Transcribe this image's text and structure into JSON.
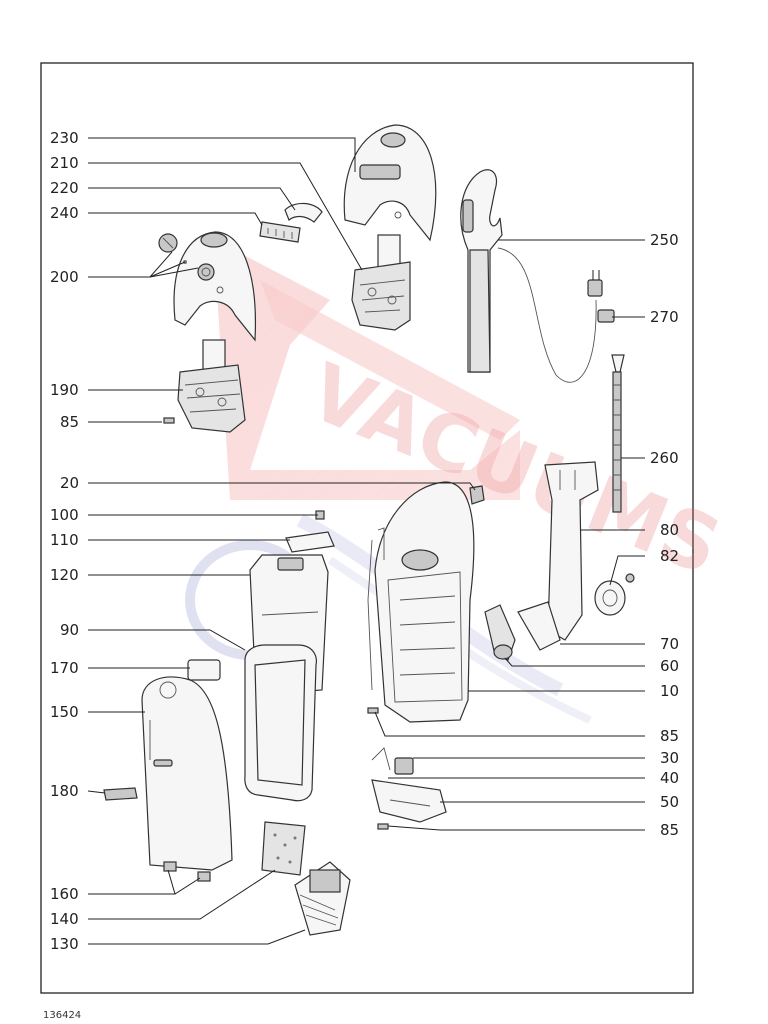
{
  "document_number": "136424",
  "watermark_text": "VACUUMS",
  "callouts": [
    {
      "id": "c230",
      "text": "230"
    },
    {
      "id": "c210",
      "text": "210"
    },
    {
      "id": "c220",
      "text": "220"
    },
    {
      "id": "c240",
      "text": "240"
    },
    {
      "id": "c200",
      "text": "200"
    },
    {
      "id": "c190",
      "text": "190"
    },
    {
      "id": "c85a",
      "text": "85"
    },
    {
      "id": "c20",
      "text": "20"
    },
    {
      "id": "c100",
      "text": "100"
    },
    {
      "id": "c110",
      "text": "110"
    },
    {
      "id": "c120",
      "text": "120"
    },
    {
      "id": "c90",
      "text": "90"
    },
    {
      "id": "c170",
      "text": "170"
    },
    {
      "id": "c150",
      "text": "150"
    },
    {
      "id": "c180",
      "text": "180"
    },
    {
      "id": "c160",
      "text": "160"
    },
    {
      "id": "c140",
      "text": "140"
    },
    {
      "id": "c130",
      "text": "130"
    },
    {
      "id": "c250",
      "text": "250"
    },
    {
      "id": "c270",
      "text": "270"
    },
    {
      "id": "c260",
      "text": "260"
    },
    {
      "id": "c80",
      "text": "80"
    },
    {
      "id": "c82",
      "text": "82"
    },
    {
      "id": "c70",
      "text": "70"
    },
    {
      "id": "c60",
      "text": "60"
    },
    {
      "id": "c10",
      "text": "10"
    },
    {
      "id": "c85b",
      "text": "85"
    },
    {
      "id": "c30",
      "text": "30"
    },
    {
      "id": "c40",
      "text": "40"
    },
    {
      "id": "c50",
      "text": "50"
    },
    {
      "id": "c85c",
      "text": "85"
    }
  ]
}
